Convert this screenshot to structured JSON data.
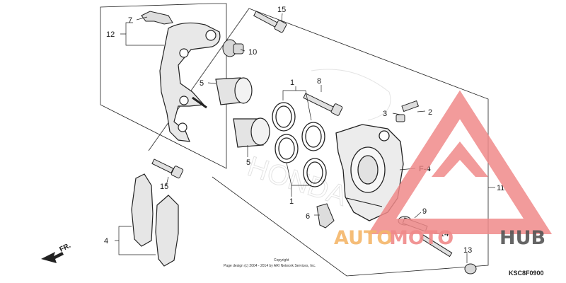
{
  "diagram": {
    "callouts": [
      {
        "id": "c1a",
        "text": "1"
      },
      {
        "id": "c1b",
        "text": "1"
      },
      {
        "id": "c2",
        "text": "2"
      },
      {
        "id": "c3",
        "text": "3"
      },
      {
        "id": "c4",
        "text": "4"
      },
      {
        "id": "c5a",
        "text": "5"
      },
      {
        "id": "c5b",
        "text": "5"
      },
      {
        "id": "c6",
        "text": "6"
      },
      {
        "id": "c7",
        "text": "7"
      },
      {
        "id": "c8",
        "text": "8"
      },
      {
        "id": "c9",
        "text": "9"
      },
      {
        "id": "c10",
        "text": "10"
      },
      {
        "id": "c11",
        "text": "11"
      },
      {
        "id": "c12",
        "text": "12"
      },
      {
        "id": "c13",
        "text": "13"
      },
      {
        "id": "c14",
        "text": "14"
      },
      {
        "id": "c15a",
        "text": "15"
      },
      {
        "id": "c15b",
        "text": "15"
      }
    ],
    "reference_label": "F-4",
    "direction_label": "FR.",
    "diagram_code": "KSC8F0900",
    "copyright_line1": "Copyright",
    "copyright_line2": "Page design (c) 2004 - 2014 by ARI Network Services, Inc."
  },
  "watermark": {
    "brand_part1": "AUTO",
    "brand_part2": "MOTO",
    "brand_part3": "HUB",
    "color_primary": "#f08a8a",
    "color_orange": "#f5b66a",
    "color_dark": "#555555"
  }
}
